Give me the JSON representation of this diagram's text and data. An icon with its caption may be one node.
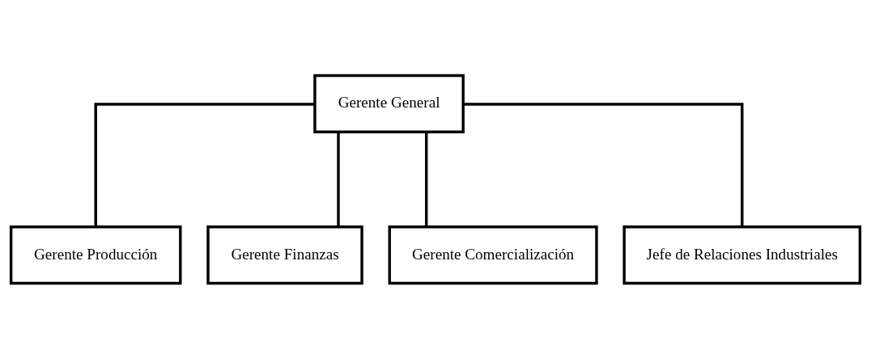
{
  "diagram": {
    "nodes": [
      {
        "text": [
          "Gerente General"
        ]
      },
      {
        "text": [
          "Gerente Producción"
        ]
      },
      {
        "text": [
          "Gerente Finanzas"
        ]
      },
      {
        "text": [
          "Gerente Comercialización"
        ]
      },
      {
        "text": [
          "Jefe de Relaciones Industriales"
        ]
      }
    ],
    "edges": [
      {
        "from": 0,
        "to": 1,
        "arrow": "none"
      },
      {
        "from": 0,
        "to": 2,
        "arrow": "none"
      },
      {
        "from": 0,
        "to": 3,
        "arrow": "none"
      },
      {
        "from": 0,
        "to": 4,
        "arrow": "none"
      }
    ]
  }
}
